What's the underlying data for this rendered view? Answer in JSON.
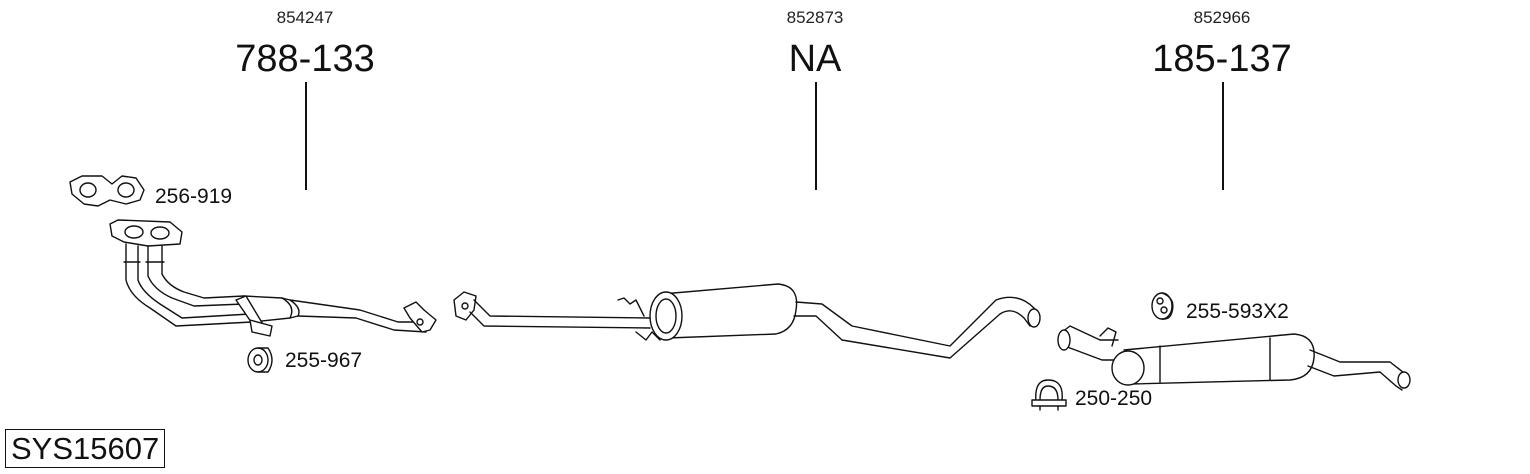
{
  "columns": [
    {
      "oem": "854247",
      "part": "788-133"
    },
    {
      "oem": "852873",
      "part": "NA"
    },
    {
      "oem": "852966",
      "part": "185-137"
    }
  ],
  "accessories": {
    "gasket": "256-919",
    "rubber_mount": "255-967",
    "hanger": "255-593X2",
    "clamp": "250-250"
  },
  "system_id": "SYS15607"
}
